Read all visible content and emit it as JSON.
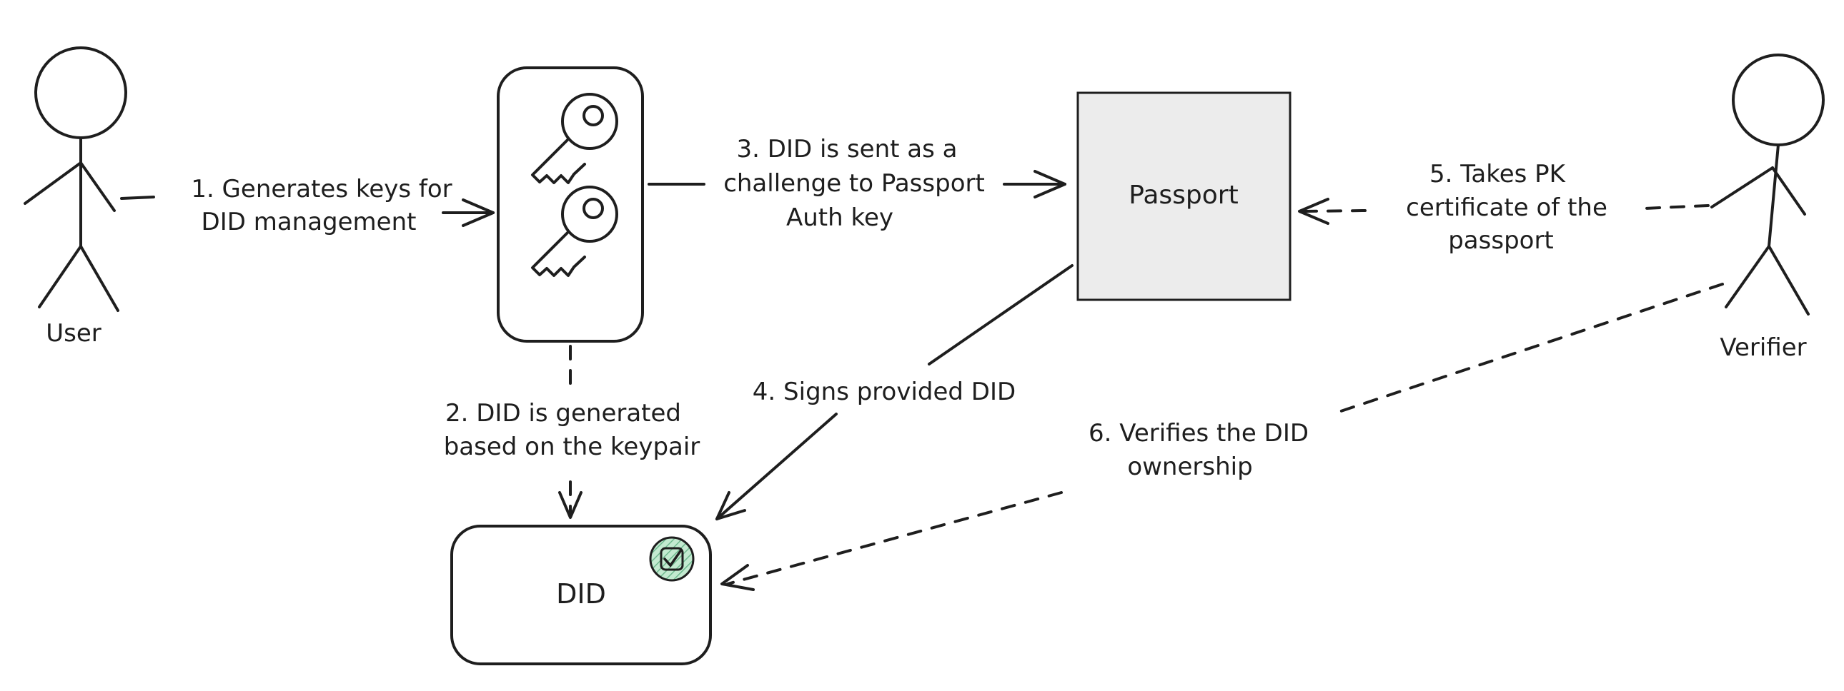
{
  "actors": {
    "user": "User",
    "verifier": "Verifier"
  },
  "nodes": {
    "passport": "Passport",
    "did": "DID"
  },
  "steps": {
    "step1": [
      "1. Generates keys for",
      "DID management"
    ],
    "step2": [
      "2. DID is generated",
      "based on the keypair"
    ],
    "step3": [
      "3. DID is sent as a",
      "challenge to Passport",
      "Auth key"
    ],
    "step4": [
      "4. Signs provided DID"
    ],
    "step5": [
      "5. Takes PK",
      "certificate of the",
      "passport"
    ],
    "step6": [
      "6. Verifies the DID",
      "ownership"
    ]
  },
  "colors": {
    "ink": "#1e1e1e",
    "passport_fill": "#ececec",
    "badge_fill": "#b2f2bb"
  }
}
